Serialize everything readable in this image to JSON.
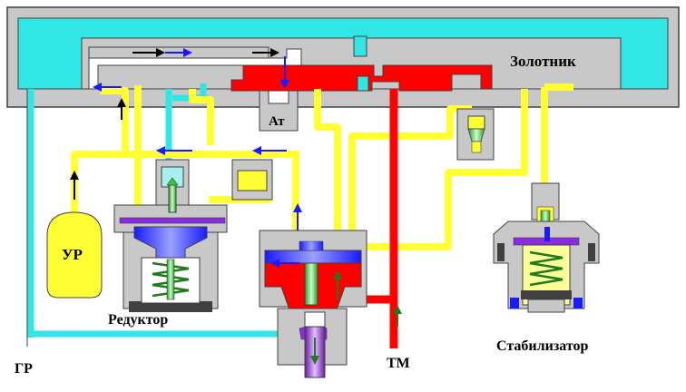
{
  "labels": {
    "zolotnik": "Золотник",
    "at": "Ат",
    "ur": "УР",
    "reduktor": "Редуктор",
    "stabilizator": "Стабилизатор",
    "gr": "ГР",
    "tm": "ТМ"
  },
  "colors": {
    "body": "#c8c8c8",
    "cyan": "#33e6e6",
    "yellow": "#ffff33",
    "red": "#ff0000",
    "green": "#33cc33",
    "blue": "#1a1aff",
    "purple": "#8a2be2",
    "dark": "#404040"
  }
}
